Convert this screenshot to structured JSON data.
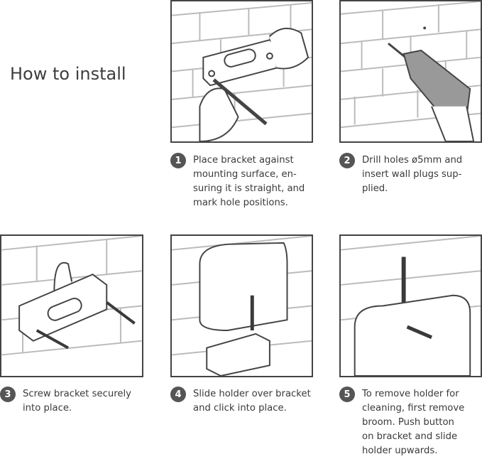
{
  "title": "How to install",
  "steps": [
    {
      "number": "1",
      "lines": [
        "Place bracket against",
        "mounting surface, en-",
        "suring it is straight, and",
        "mark hole positions."
      ]
    },
    {
      "number": "2",
      "lines": [
        "Drill holes ø5mm and",
        "insert wall plugs sup-",
        "plied."
      ]
    },
    {
      "number": "3",
      "lines": [
        "Screw bracket securely",
        "into place."
      ]
    },
    {
      "number": "4",
      "lines": [
        "Slide holder over bracket",
        "and click into place."
      ]
    },
    {
      "number": "5",
      "lines": [
        "To remove holder for",
        "cleaning, first remove",
        "broom. Push button",
        "on bracket and slide",
        "holder upwards."
      ]
    }
  ],
  "colors": {
    "border": "#444444",
    "badge": "#555555",
    "arrow": "#3a3a3a",
    "drill": "#8a8a8a"
  }
}
